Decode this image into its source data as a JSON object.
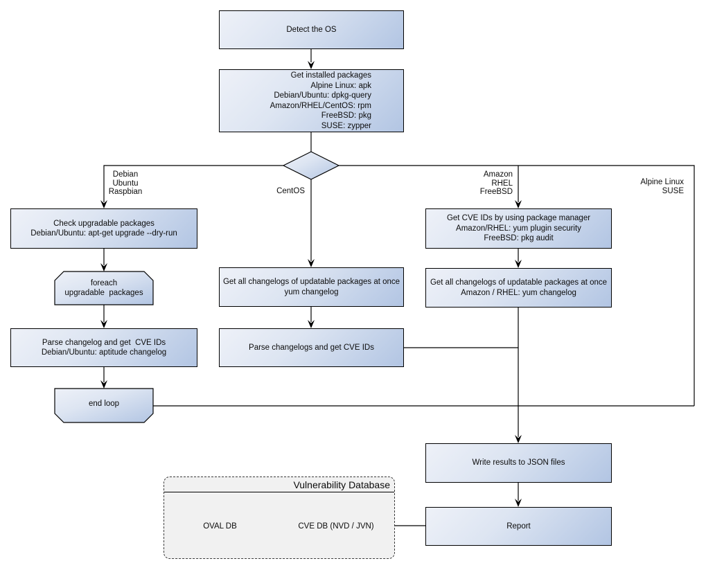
{
  "nodes": {
    "detect_os": "Detect the OS",
    "get_installed_packages": "Get installed packages\nAlpine Linux: apk\nDebian/Ubuntu: dpkg-query\nAmazon/RHEL/CentOS: rpm\nFreeBSD: pkg\nSUSE: zypper",
    "check_upgradable": "Check upgradable packages\nDebian/Ubuntu: apt-get upgrade --dry-run",
    "foreach_loop": "foreach\nupgradable  packages",
    "parse_changelog_left": "Parse changelog and get  CVE IDs\nDebian/Ubuntu: aptitude changelog",
    "end_loop": "end loop",
    "yum_changelog": "Get all changelogs of updatable packages at once\nyum changelog",
    "parse_changelogs_mid": "Parse changelogs and get CVE IDs",
    "get_cve_pkg_manager": "Get CVE IDs by using package manager\nAmazon/RHEL: yum plugin security\nFreeBSD: pkg audit",
    "amazon_rhel_changelog": "Get all changelogs of updatable packages at once\nAmazon / RHEL: yum changelog",
    "write_json": "Write results to JSON files",
    "report": "Report"
  },
  "branch_labels": {
    "debian_group": "Debian\nUbuntu\nRaspbian",
    "centos": "CentOS",
    "amazon_group": "Amazon\nRHEL\nFreeBSD",
    "alpine_group": "Alpine Linux\nSUSE"
  },
  "vulnerability_db": {
    "title": "Vulnerability Database",
    "oval_db": "OVAL DB",
    "cve_db": "CVE DB (NVD / JVN)"
  },
  "colors": {
    "node_gradient_start": "#eef1f8",
    "node_gradient_end": "#b2c5e3",
    "frame_background": "#f1f1f1",
    "stroke": "#000000"
  }
}
